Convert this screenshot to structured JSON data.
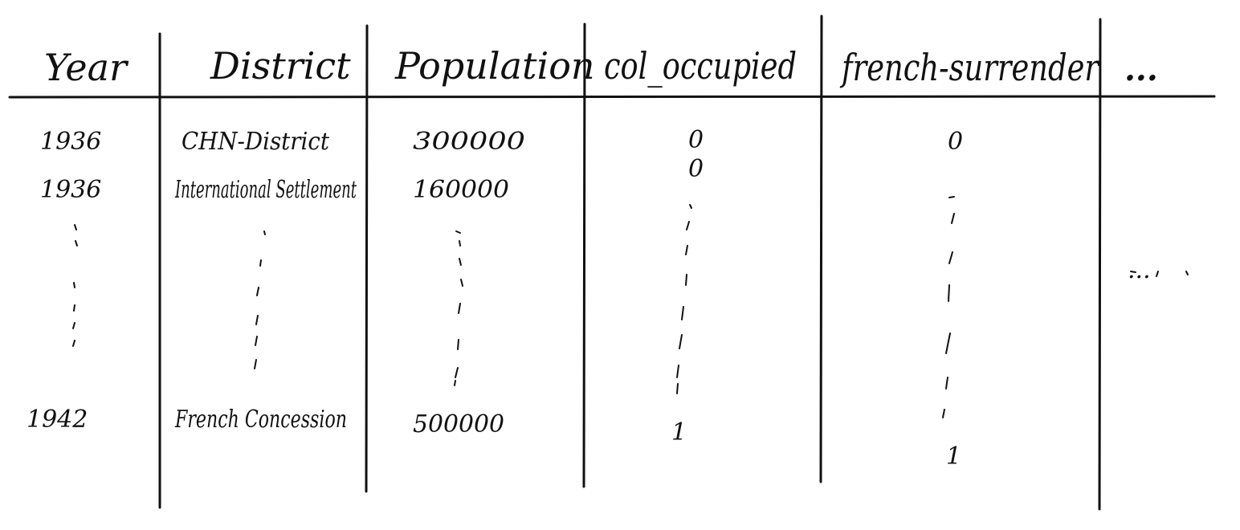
{
  "columns": [
    {
      "key": "year",
      "label": "Year"
    },
    {
      "key": "district",
      "label": "District"
    },
    {
      "key": "population",
      "label": "Population"
    },
    {
      "key": "col_occupied",
      "label": "col_occupied"
    },
    {
      "key": "french_surrender",
      "label": "french-surrender"
    },
    {
      "key": "more",
      "label": "..."
    }
  ],
  "rows": [
    {
      "year": "1936",
      "district": "CHN-District",
      "population": "300000",
      "col_occupied": "0",
      "french_surrender": "0"
    },
    {
      "year": "1936",
      "district": "International Settlement",
      "population": "160000",
      "col_occupied": "0",
      "french_surrender": ""
    },
    {
      "year": "1942",
      "district": "French Concession",
      "population": "500000",
      "col_occupied": "1",
      "french_surrender": "1"
    }
  ],
  "more_columns_marker": "...",
  "ink_color": "#111111"
}
